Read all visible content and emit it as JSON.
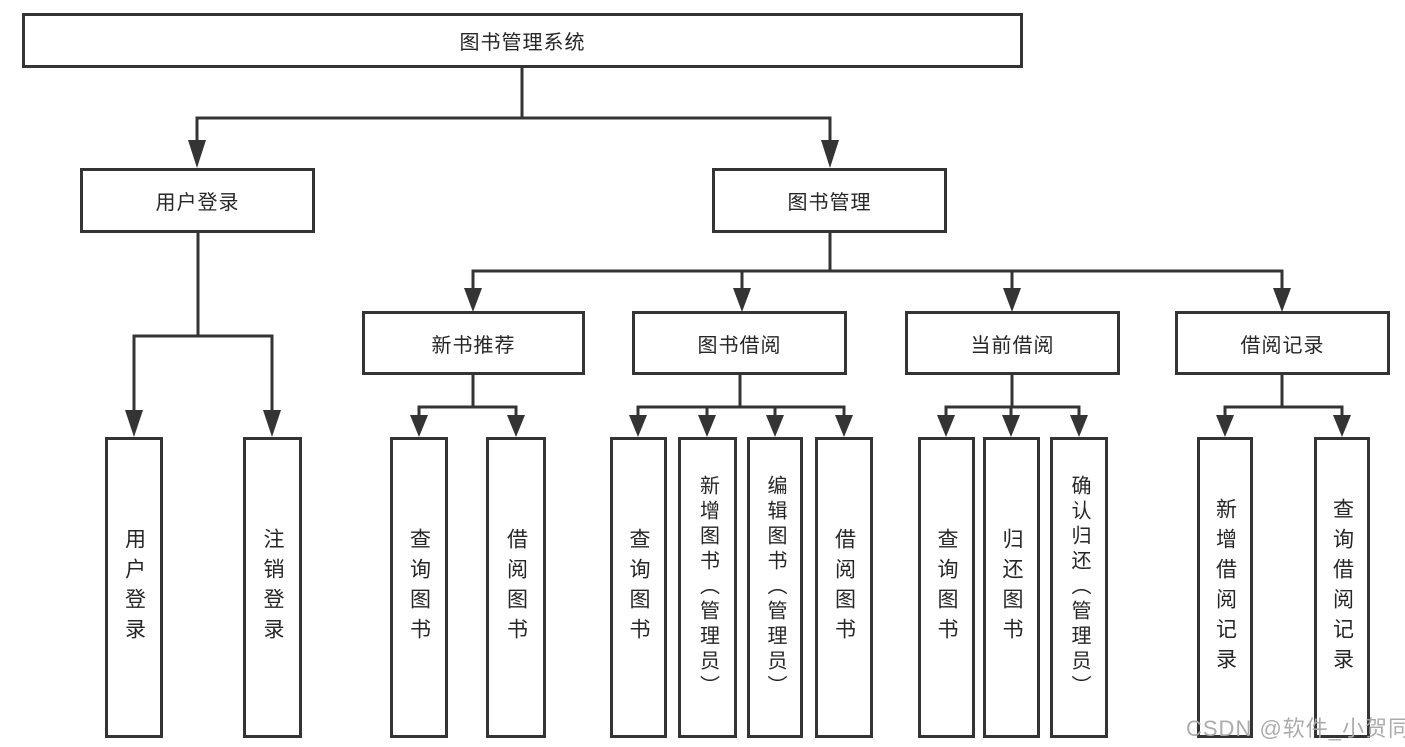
{
  "diagram_title": "图书管理系统",
  "tree": {
    "label": "图书管理系统",
    "children": [
      {
        "label": "用户登录",
        "children": [
          {
            "label": "用户登录"
          },
          {
            "label": "注销登录"
          }
        ]
      },
      {
        "label": "图书管理",
        "children": [
          {
            "label": "新书推荐",
            "children": [
              {
                "label": "查询图书"
              },
              {
                "label": "借阅图书"
              }
            ]
          },
          {
            "label": "图书借阅",
            "children": [
              {
                "label": "查询图书"
              },
              {
                "label": "新增图书（管理员）"
              },
              {
                "label": "编辑图书（管理员）"
              },
              {
                "label": "借阅图书"
              }
            ]
          },
          {
            "label": "当前借阅",
            "children": [
              {
                "label": "查询图书"
              },
              {
                "label": "归还图书"
              },
              {
                "label": "确认归还（管理员）"
              }
            ]
          },
          {
            "label": "借阅记录",
            "children": [
              {
                "label": "新增借阅记录"
              },
              {
                "label": "查询借阅记录"
              }
            ]
          }
        ]
      }
    ]
  },
  "watermark": {
    "text": "CSDN @软件_小贺同学"
  },
  "colors": {
    "line": "#343434",
    "text": "#262626",
    "background": "#ffffff",
    "watermark": "#a8a8aa"
  }
}
